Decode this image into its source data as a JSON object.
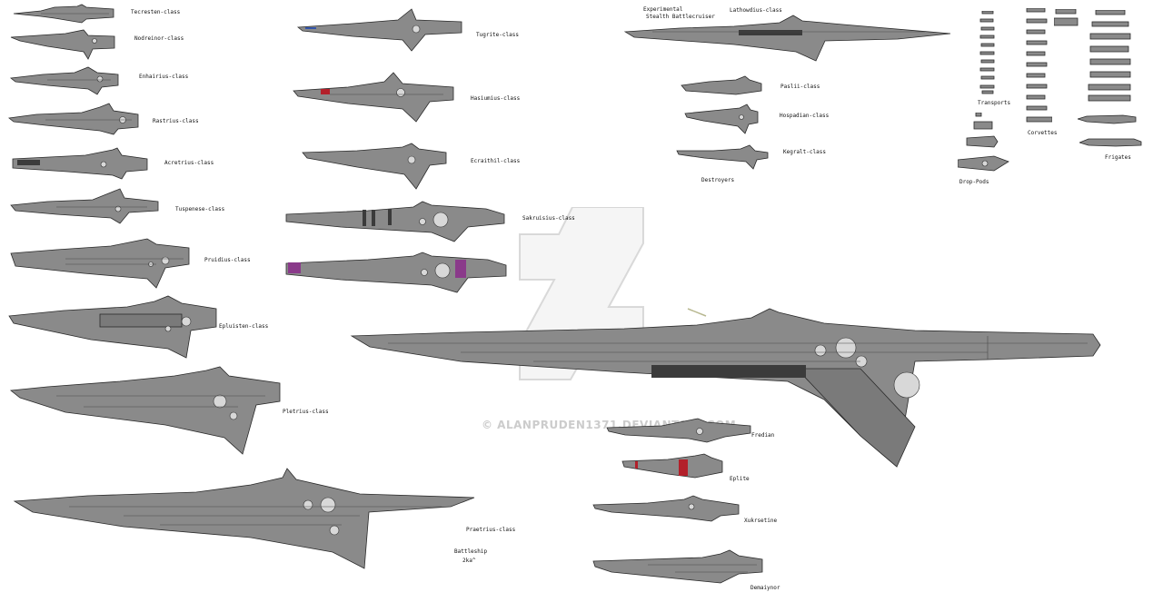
{
  "watermark": "© ALANPRUDEN1371.DEVIANTART.COM",
  "labels": {
    "tecresten": "Tecresten-class",
    "nodreinor": "Nodreinor-class",
    "enhairius": "Enhairius-class",
    "rastrius": "Rastrius-class",
    "acretrius": "Acretrius-class",
    "tuspenese": "Tuspenese-class",
    "pruidius": "Pruidius-class",
    "epluisten": "Epluisten-class",
    "pletrius": "Pletrius-class",
    "praetrius": "Praetrius-class",
    "battleship_line1": "Battleship",
    "battleship_line2": "2ka^",
    "tugrite": "Tugrite-class",
    "hasiumius": "Hasiumius-class",
    "ecraithil": "Ecraithil-class",
    "sakruisius": "Sakruisius-class",
    "experimental_line1": "Experimental",
    "experimental_line2": "Stealth Battlecruiser",
    "lathowdius": "Lathowdius-class",
    "paslii": "Paslii-class",
    "hospadian": "Hospadian-class",
    "kegralt": "Kegralt-class",
    "destroyers": "Destroyers",
    "transports": "Transports",
    "corvettes": "Corvettes",
    "frigates": "Frigates",
    "drop_pods": "Drop-Pods",
    "fredian": "Fredian",
    "eplite": "Eplite",
    "xukrsetine": "Xukrsetine",
    "demaiynor": "Demaiynor"
  },
  "colors": {
    "hull": "#8a8a8a",
    "hull_outline": "#2a2a2a",
    "purple_accent": "#8a3a8a",
    "red_accent": "#b3202a",
    "watermark": "#aaaaaa"
  }
}
